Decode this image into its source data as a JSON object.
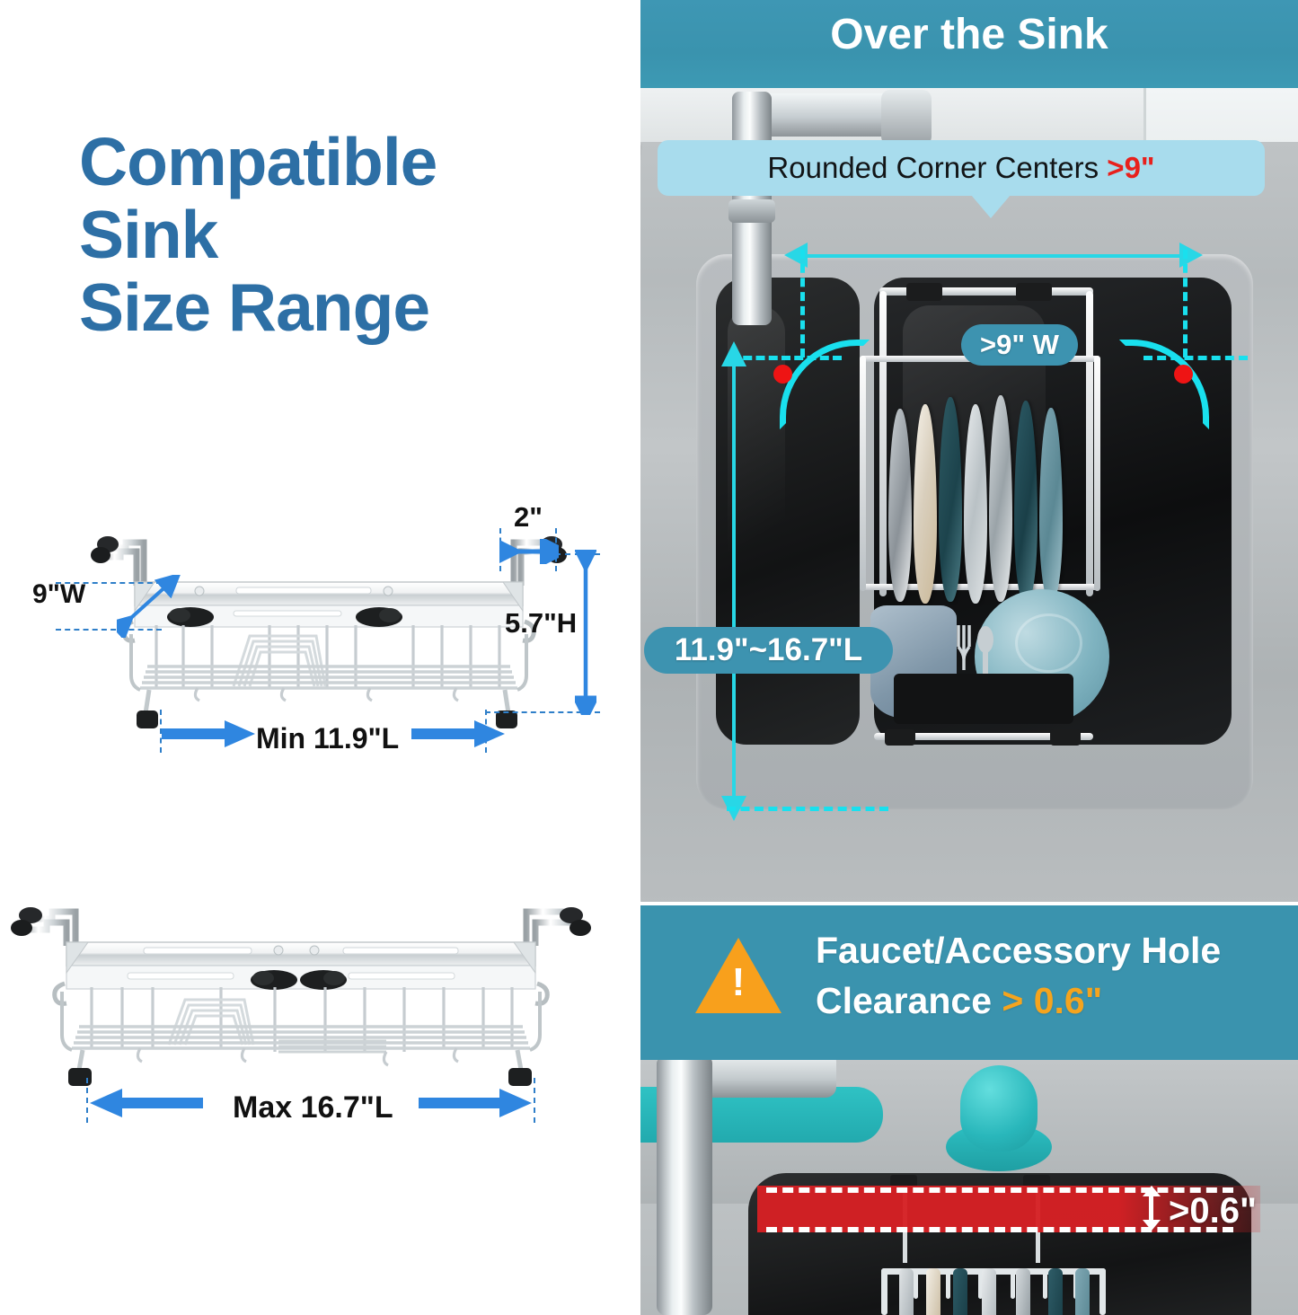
{
  "left": {
    "title_lines": [
      "Compatible",
      "Sink",
      "Size Range"
    ],
    "title_color": "#2d6fa5",
    "diagram_top": {
      "name": "dish-rack-collapsed",
      "dim_width": "9\"W",
      "dim_arm": "2\"",
      "dim_height": "5.7\"H",
      "dim_length": "Min 11.9\"L"
    },
    "diagram_bottom": {
      "name": "dish-rack-extended",
      "dim_length": "Max 16.7\"L"
    }
  },
  "right": {
    "top_section": {
      "header": "Over the Sink",
      "header_color": "#3a93ae",
      "callout": {
        "text": "Rounded Corner Centers ",
        "highlight": ">9\"",
        "highlight_color": "#e8201c",
        "bg_color": "#a8dced"
      },
      "badge_width": ">9\" W",
      "badge_length": "11.9\"~16.7\"L",
      "badge_color": "#3d93b0",
      "measure_line_color": "#19e0ee",
      "corner_marker_color": "#ee1414"
    },
    "bottom_section": {
      "header_line1": "Faucet/Accessory Hole",
      "header_line2_prefix": "Clearance ",
      "header_line2_amount": "> 0.6\"",
      "amount_color": "#f5a41e",
      "warning_icon": "warning-triangle-icon",
      "clearance_label": ">0.6\"",
      "clearance_band_color": "#d62024"
    }
  }
}
